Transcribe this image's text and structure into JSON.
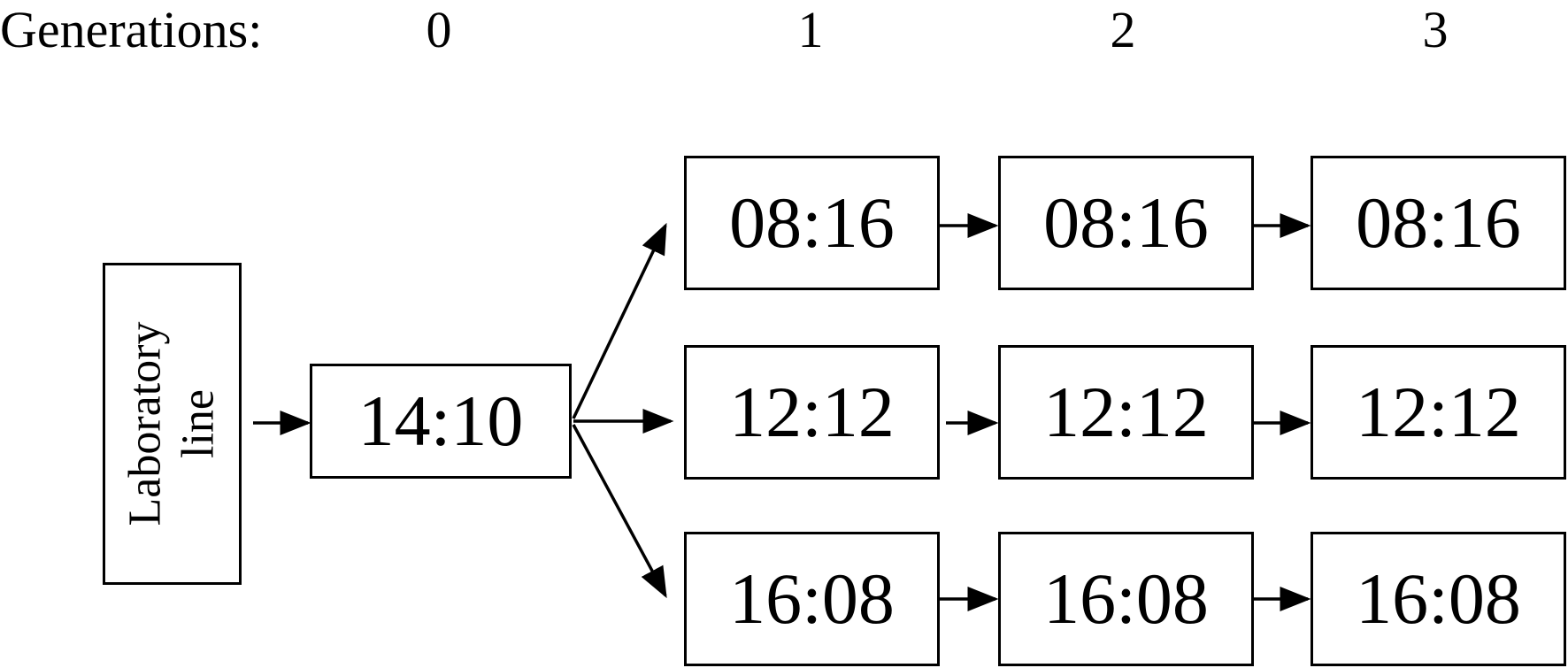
{
  "header": {
    "title": "Generations:",
    "generations": [
      "0",
      "1",
      "2",
      "3"
    ]
  },
  "lab_box": {
    "line1": "Laboratory",
    "line2": "line"
  },
  "root": {
    "label": "14:10"
  },
  "rows": [
    {
      "cells": [
        "08:16",
        "08:16",
        "08:16"
      ]
    },
    {
      "cells": [
        "12:12",
        "12:12",
        "12:12"
      ]
    },
    {
      "cells": [
        "16:08",
        "16:08",
        "16:08"
      ]
    }
  ],
  "colors": {
    "stroke": "#000000",
    "background": "#ffffff"
  }
}
